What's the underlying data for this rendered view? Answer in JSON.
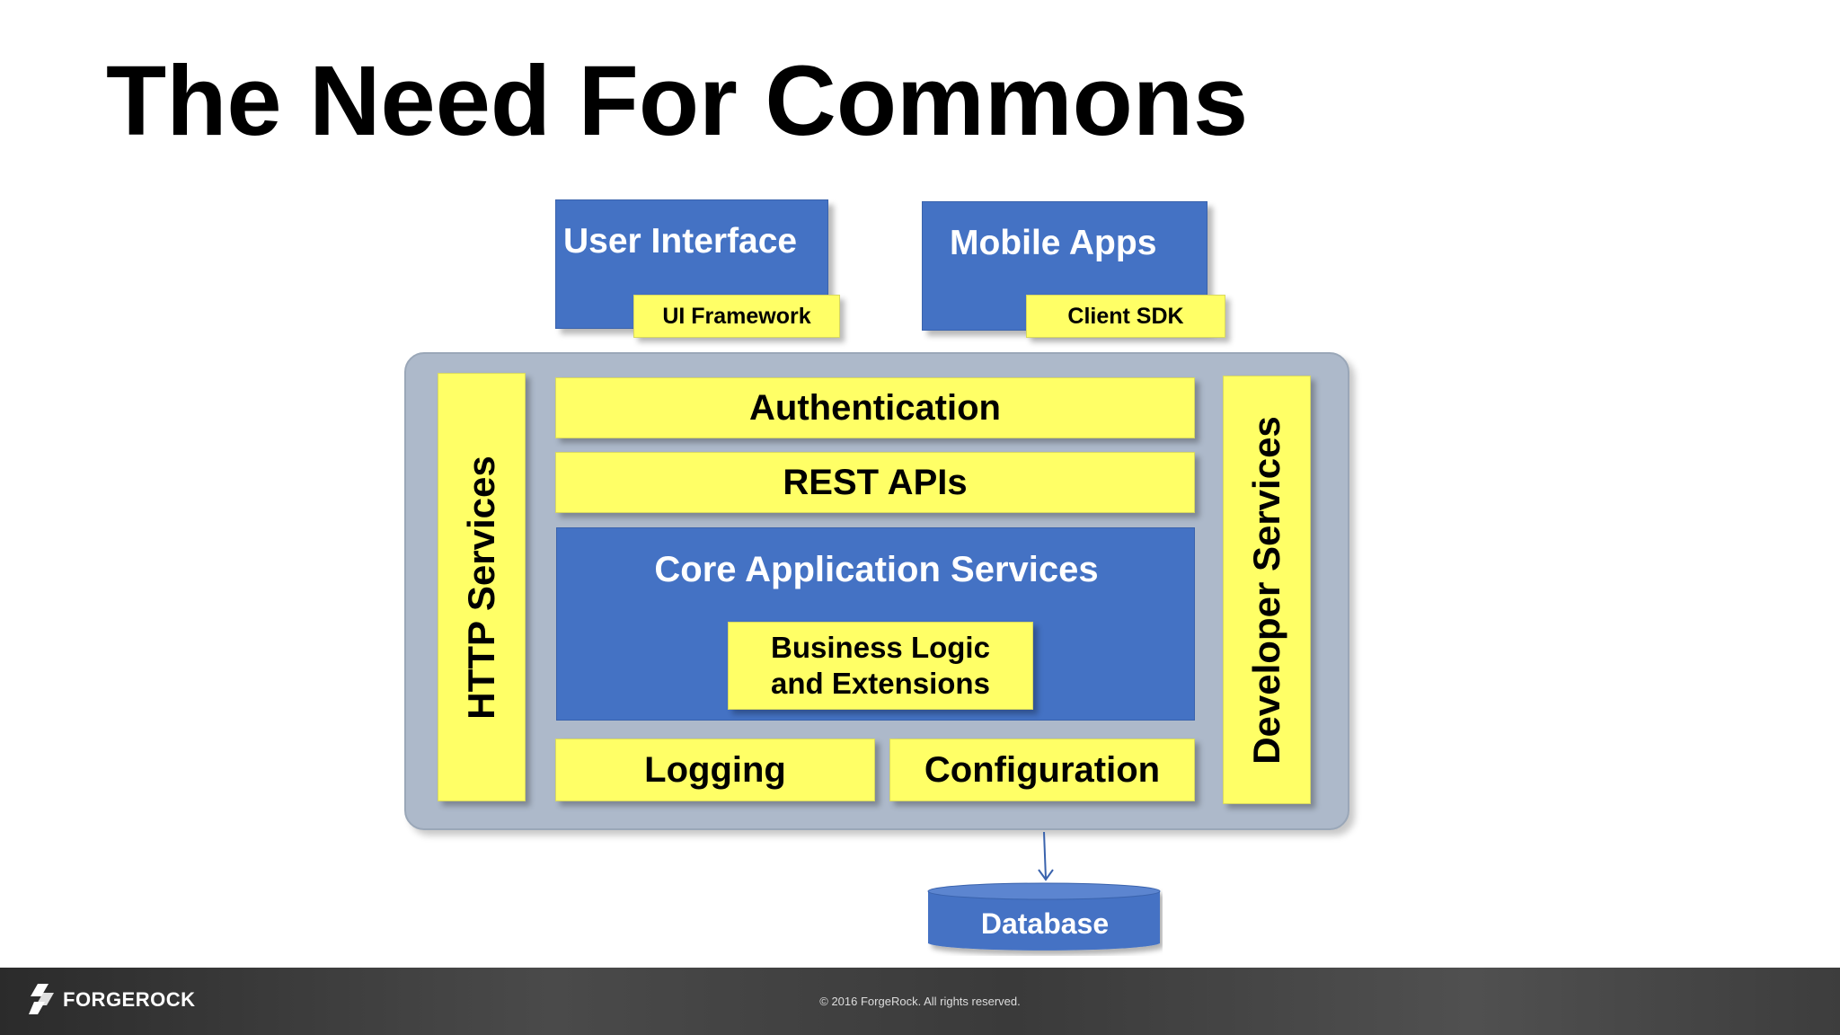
{
  "slide": {
    "title": "The Need For Commons"
  },
  "diagram": {
    "user_interface": {
      "label": "User Interface",
      "sub_label": "UI Framework"
    },
    "mobile_apps": {
      "label": "Mobile Apps",
      "sub_label": "Client SDK"
    },
    "http_services": "HTTP Services",
    "developer_services": "Developer Services",
    "authentication": "Authentication",
    "rest_apis": "REST APIs",
    "core_services": {
      "label": "Core Application Services",
      "sub_line1": "Business Logic",
      "sub_line2": "and Extensions"
    },
    "logging": "Logging",
    "configuration": "Configuration",
    "database": "Database"
  },
  "footer": {
    "brand": "FORGEROCK",
    "copyright": "© 2016 ForgeRock. All rights reserved."
  },
  "colors": {
    "blue": "#4472c4",
    "yellow": "#ffff66",
    "panel_gray": "#adb9ca"
  }
}
